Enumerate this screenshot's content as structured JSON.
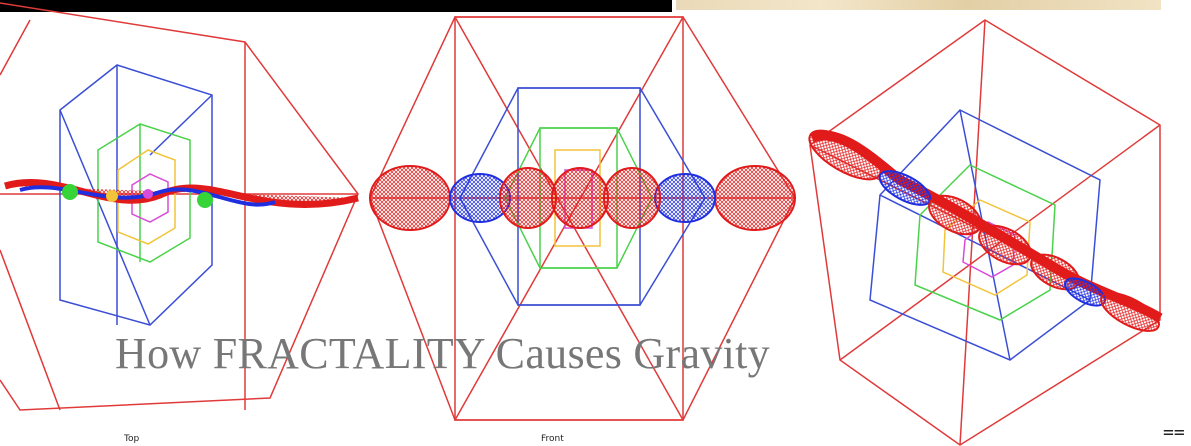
{
  "title": "How FRACTALITY Causes Gravity",
  "views": [
    {
      "label": "Top"
    },
    {
      "label": "Front"
    },
    {
      "label": ""
    }
  ],
  "trailing_text": "==",
  "colors": {
    "outer": "#e03a3a",
    "second": "#3b4fd6",
    "third": "#4bd24b",
    "fourth": "#f2c43a",
    "inner": "#d94bd9",
    "wave_red": "#e11a1a",
    "wave_blue": "#1f2fe0"
  }
}
